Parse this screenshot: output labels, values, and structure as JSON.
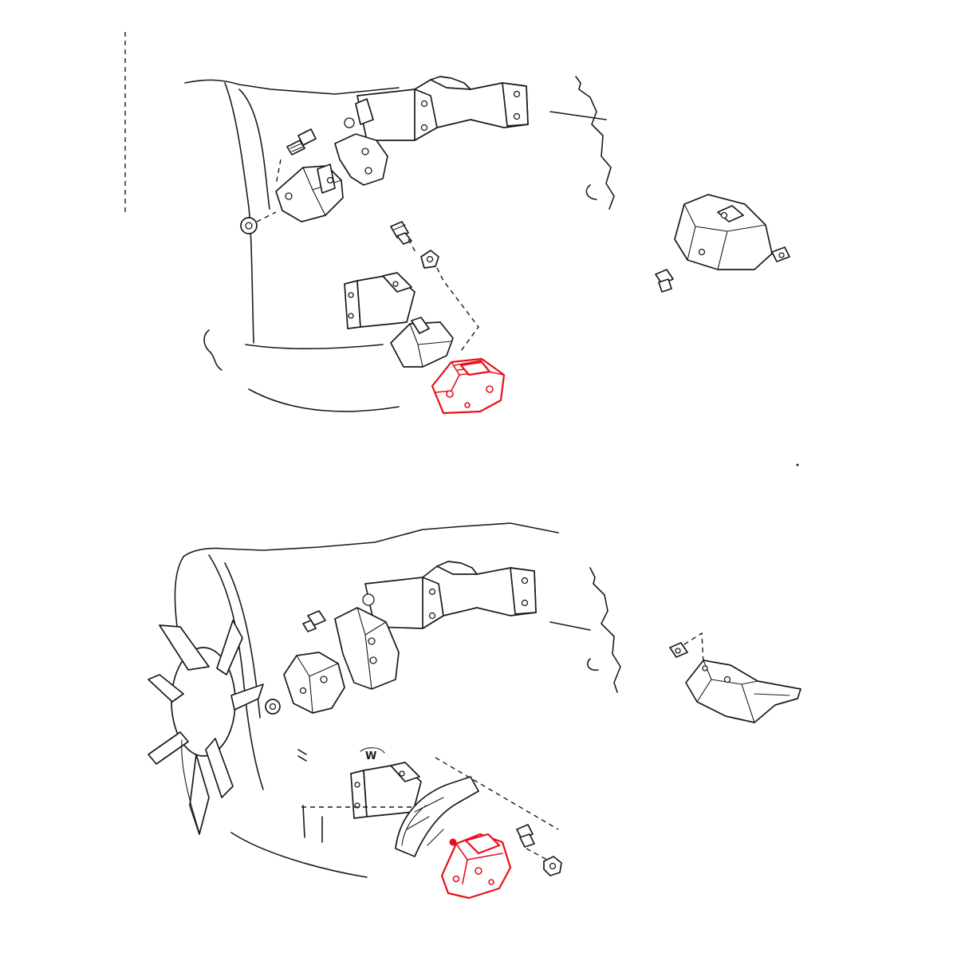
{
  "diagram": {
    "accent_color": "#e8101a",
    "line_color": "#1a1a1a",
    "background": "#ffffff",
    "views": [
      {
        "id": "upper-view",
        "highlighted_part": "engine-mount-insulator"
      },
      {
        "id": "lower-view",
        "highlighted_part": "engine-mount-insulator"
      }
    ],
    "callout_mark": "W"
  }
}
